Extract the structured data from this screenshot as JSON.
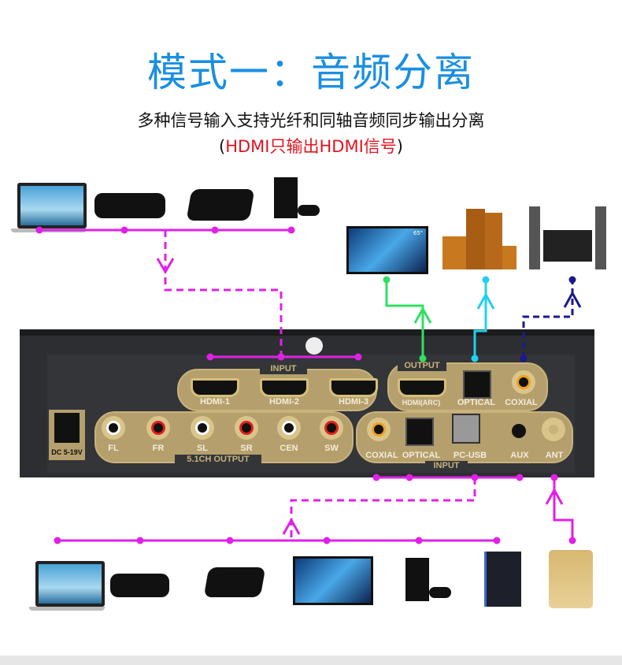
{
  "title": "模式一：音频分离",
  "subtitle": "多种信号输入支持光纤和同轴音频同步输出分离",
  "note": {
    "open": "(",
    "text": "HDMI只输出HDMI信号",
    "close": ")"
  },
  "panel": {
    "top_input_label": "INPUT",
    "hdmi_inputs": [
      "HDMI-1",
      "HDMI-2",
      "HDMI-3"
    ],
    "output_label": "OUTPUT",
    "outputs": [
      "HDMI(ARC)",
      "OPTICAL",
      "COXIAL"
    ],
    "power_label": "DC 5-19V",
    "channel_outputs": [
      "FL",
      "FR",
      "SL",
      "SR",
      "CEN",
      "SW"
    ],
    "channel_group_label": "5.1CH OUTPUT",
    "bottom_inputs": [
      "COXIAL",
      "OPTICAL",
      "PC-USB",
      "AUX",
      "ANT"
    ],
    "bottom_input_label": "INPUT"
  },
  "tv_badge": "65\"",
  "colors": {
    "title": "#1a8fe0",
    "magenta": "#e020e8",
    "green": "#30e060",
    "cyan": "#20d0f0",
    "navy": "#1a1a8c",
    "note": "#e0141e"
  }
}
